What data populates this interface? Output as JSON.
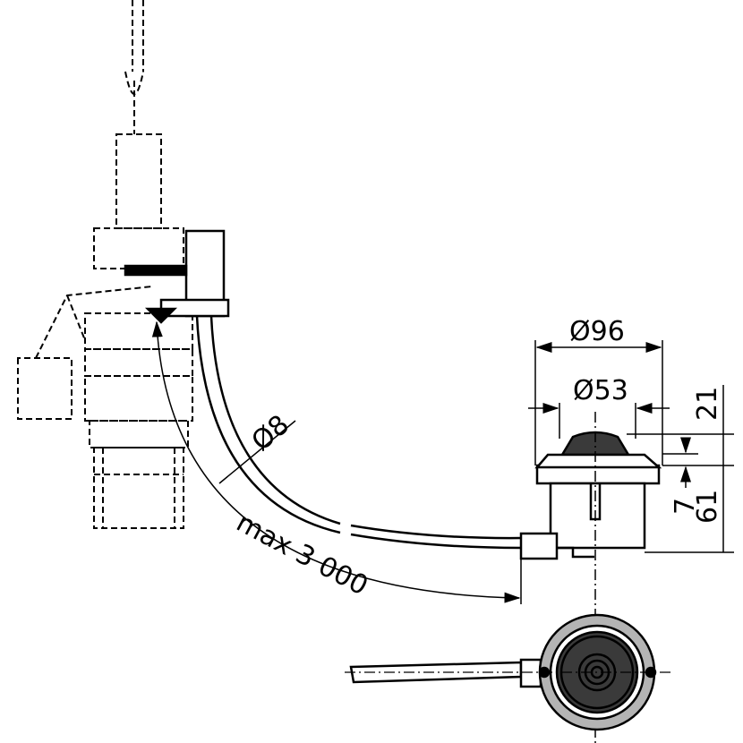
{
  "title": "Flush valve with remote push button – technical drawing",
  "dimensions": {
    "outer_diameter": "Ø96",
    "inner_diameter": "Ø53",
    "top_height": "21",
    "flange_height": "7",
    "body_height": "61",
    "hose_diameter": "Ø8",
    "hose_length": "max 3 000"
  },
  "colors": {
    "line": "#000000",
    "dark_fill": "#3a3a3a",
    "grey_fill": "#b4b4b4"
  }
}
